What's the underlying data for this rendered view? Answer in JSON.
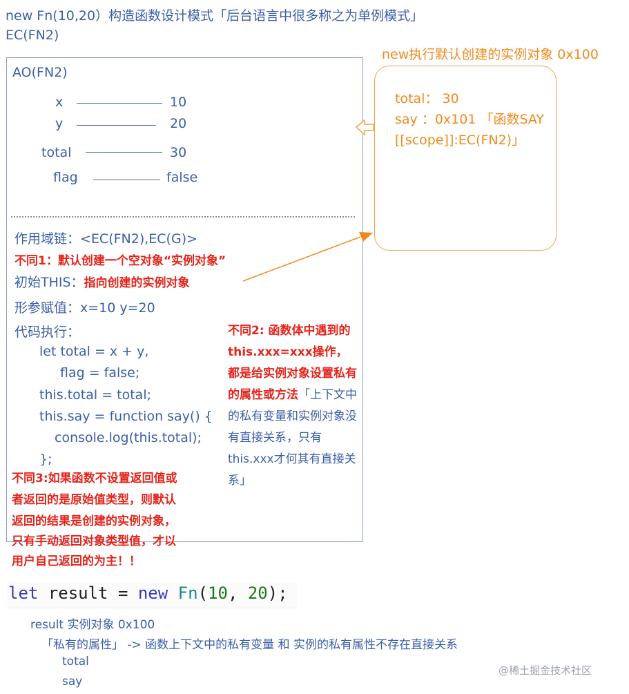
{
  "header": {
    "line1": "new Fn(10,20）构造函数设计模式「后台语言中很多称之为单例模式」",
    "line2": "EC(FN2)"
  },
  "ao": {
    "title": "AO(FN2)",
    "vars": [
      {
        "name": "x",
        "value": "10"
      },
      {
        "name": "y",
        "value": "20"
      },
      {
        "name": "total",
        "value": "30"
      },
      {
        "name": "flag",
        "value": "false"
      }
    ],
    "scope_chain": "作用域链：<EC(FN2),EC(G)>",
    "diff1": "不同1：默认创建一个空对象“实例对象”",
    "this_prefix": "初始THIS：",
    "this_value": "指向创建的实例对象",
    "params": "形参赋值：x=10  y=20",
    "exec_label": "代码执行：",
    "code_lines": [
      "let total = x + y,",
      "flag = false;",
      "this.total = total;",
      "this.say = function say() {",
      "console.log(this.total);",
      "};"
    ],
    "diff2_red": "不同2: 函数体中遇到的 this.xxx=xxx操作，都是给实例对象设置私有的属性或方法",
    "diff2_normal": "「上下文中的私有变量和实例对象没有直接关系，只有this.xxx才何其有直接关系」",
    "diff3_lines": [
      "不同3:如果函数不设置返回值或",
      "者返回的是原始值类型，则默认",
      "返回的结果是创建的实例对象，",
      "只有手动返回对象类型值，才以",
      "用户自己返回的为主！！"
    ]
  },
  "instance": {
    "title": "new执行默认创建的实例对象 0x100",
    "line1": "total：  30",
    "line2": "say ：0x101 「函数SAY",
    "line3": "[[scope]]:EC(FN2)」"
  },
  "code": {
    "kw_let": "let",
    "ident": " result = ",
    "kw_new": "new",
    "fn": " Fn",
    "open": "(",
    "arg1": "10",
    "comma": ", ",
    "arg2": "20",
    "close": ");"
  },
  "bottom": {
    "line1": "result 实例对象 0x100",
    "line2": "「私有的属性」 -> 函数上下文中的私有变量 和 实例的私有属性不存在直接关系",
    "line3": "total",
    "line4": "say"
  },
  "watermark": "@稀土掘金技术社区",
  "colors": {
    "blue_text": "#3a5fa8",
    "red_text": "#e3261c",
    "orange": "#f08a1c",
    "box_border": "#8d9bd2"
  }
}
